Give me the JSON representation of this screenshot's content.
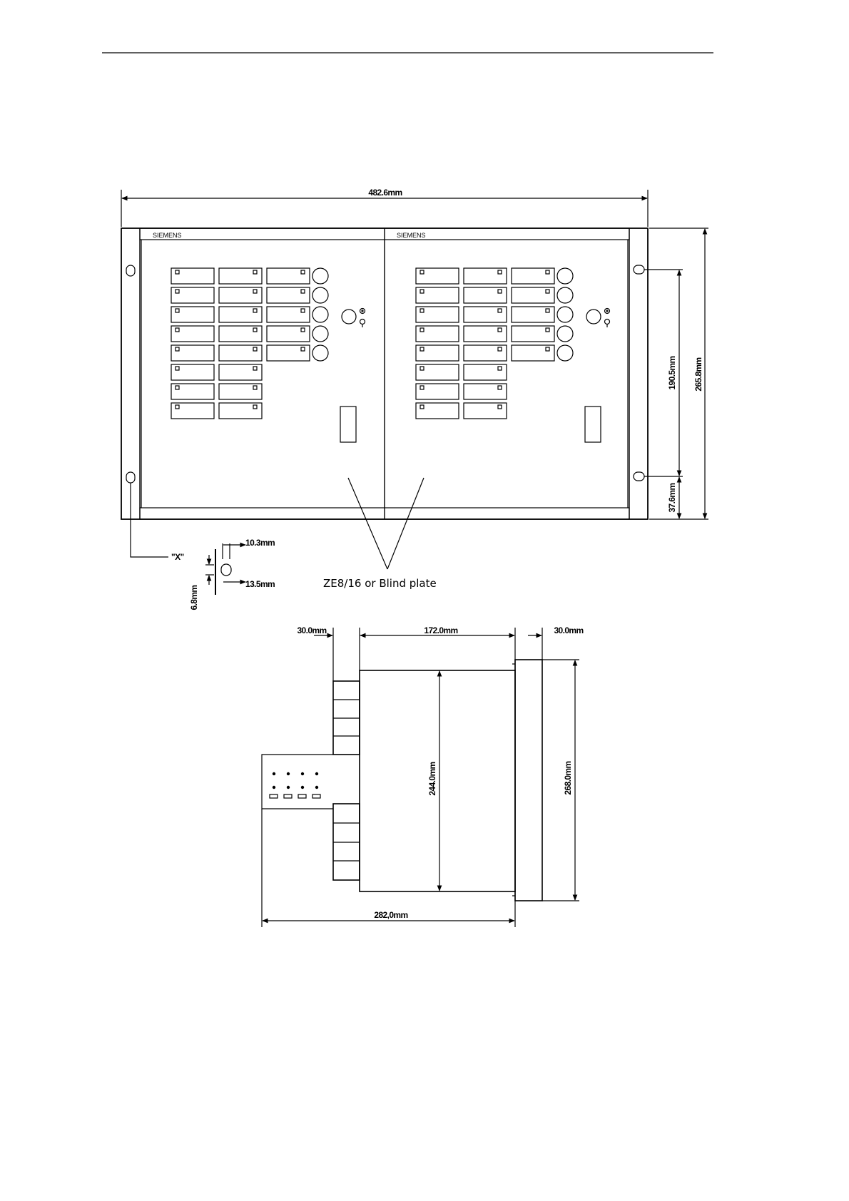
{
  "front_view": {
    "brand_left": "SIEMENS",
    "brand_right": "SIEMENS",
    "width_label": "482.6mm",
    "height_label": "265.8mm",
    "hole_spacing_label": "190.5mm",
    "hole_offset_label": "37.6mm",
    "slot_marker_label": "\"X\"",
    "slot_width_label": "10.3mm",
    "slot_length_label": "13.5mm",
    "slot_height_label": "6.8mm",
    "callout_label": "ZE8/16  or Blind plate"
  },
  "side_view": {
    "rear_offset_label": "30.0mm",
    "body_depth_label": "172.0mm",
    "front_depth_label": "30.0mm",
    "body_height_label": "244.0mm",
    "front_height_label": "268.0mm",
    "total_depth_label": "282,0mm"
  }
}
